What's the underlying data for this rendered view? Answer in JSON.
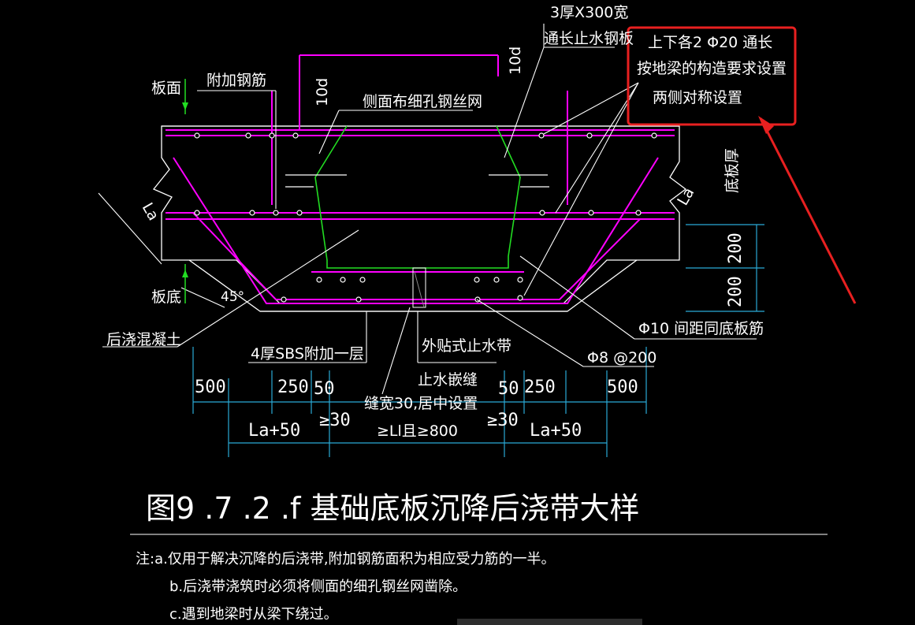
{
  "labels": {
    "top_plate_label": "3厚X300宽",
    "waterstop_plate_label": "通长止水钢板",
    "rebar_spec_line1": "上下各2 Φ20 通长",
    "rebar_spec_line2": "按地梁的构造要求设置",
    "rebar_spec_line3": "两侧对称设置",
    "slab_top": "板面",
    "slab_bottom": "板底",
    "additional_rebar": "附加钢筋",
    "mesh_label": "侧面布细孔钢丝网",
    "ten_d_top": "10d",
    "ten_d_left": "10d",
    "slab_thickness": "底板厚",
    "la_left": "La",
    "la_right": "La",
    "angle": "45°",
    "post_cast_concrete": "后浇混凝土",
    "sbs_layer": "4厚SBS附加一层",
    "external_waterstop": "外贴式止水带",
    "joint_seal": "止水嵌缝",
    "joint_width": "缝宽30,居中设置",
    "joint_span": "≥Ll且≥800",
    "rebar_phi10": "Φ10 间距同底板筋",
    "rebar_phi8": "Φ8 @200"
  },
  "dimensions": {
    "d500_left": "500",
    "d250_left": "250",
    "d50_left": "50",
    "d50_right": "50",
    "d250_right": "250",
    "d500_right": "500",
    "la50_left": "La+50",
    "ge30_left": "≥30",
    "ge30_right": "≥30",
    "la50_right": "La+50",
    "d200_upper": "200",
    "d200_lower": "200"
  },
  "title": "图9 .7 .2 .f  基础底板沉降后浇带大样",
  "notes": {
    "a": "注:a.仅用于解决沉降的后浇带,附加钢筋面积为相应受力筋的一半。",
    "b": "b.后浇带浇筑时必须将侧面的细孔钢丝网凿除。",
    "c": "c.遇到地梁时从梁下绕过。"
  },
  "colors": {
    "background": "#000000",
    "rebar": "#ff00ff",
    "dimension": "#2aa9d6",
    "mesh": "#22dd22",
    "highlight": "#e82020"
  }
}
